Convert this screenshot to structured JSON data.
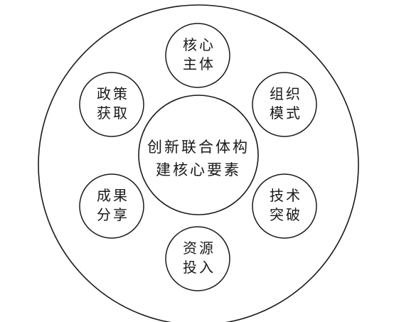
{
  "diagram": {
    "center": {
      "line1": "创新联合体构",
      "line2": "建核心要素"
    },
    "nodes": [
      {
        "id": "core-subject",
        "line1": "核心",
        "line2": "主体"
      },
      {
        "id": "org-mode",
        "line1": "组织",
        "line2": "模式"
      },
      {
        "id": "tech-breakthrough",
        "line1": "技术",
        "line2": "突破"
      },
      {
        "id": "resource-input",
        "line1": "资源",
        "line2": "投入"
      },
      {
        "id": "result-sharing",
        "line1": "成果",
        "line2": "分享"
      },
      {
        "id": "policy-access",
        "line1": "政策",
        "line2": "获取"
      }
    ]
  }
}
